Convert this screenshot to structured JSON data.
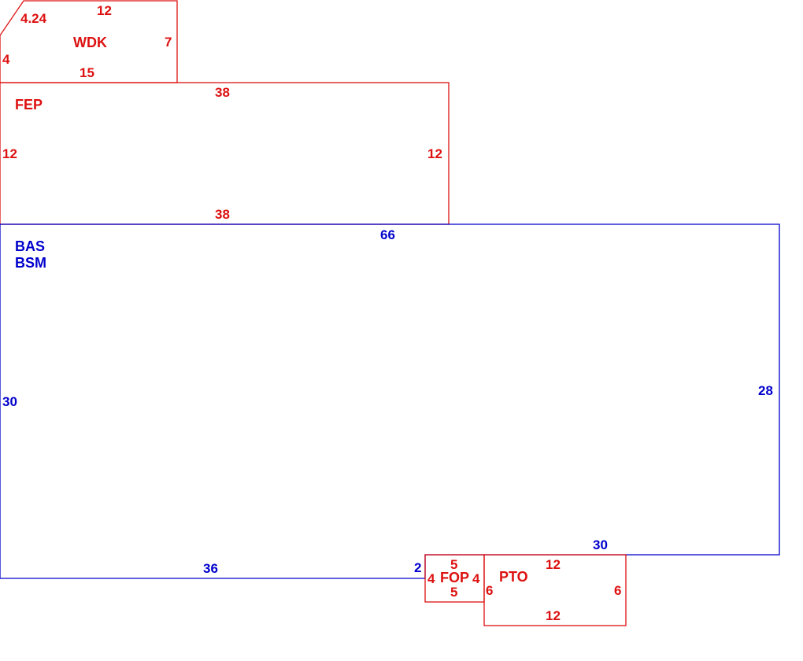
{
  "colors": {
    "addition": "#dd1111",
    "base": "#0000cc"
  },
  "areas": {
    "wdk": {
      "code": "WDK",
      "dims": {
        "top": "12",
        "right": "7",
        "bottom": "15",
        "left": "4",
        "diagonal": "4.24"
      }
    },
    "fep": {
      "code": "FEP",
      "dims": {
        "top": "38",
        "right": "12",
        "bottom": "38",
        "left": "12"
      }
    },
    "base": {
      "codes": [
        "BAS",
        "BSM"
      ],
      "dims": {
        "top": "66",
        "right": "28",
        "bottom_right": "30",
        "jog": "2",
        "bottom_left": "36",
        "left": "30"
      }
    },
    "fop": {
      "code": "FOP",
      "dims": {
        "top": "5",
        "right": "4",
        "bottom": "5",
        "left": "4"
      }
    },
    "pto": {
      "code": "PTO",
      "dims": {
        "top": "12",
        "right": "6",
        "bottom": "12",
        "left": "6"
      }
    }
  }
}
